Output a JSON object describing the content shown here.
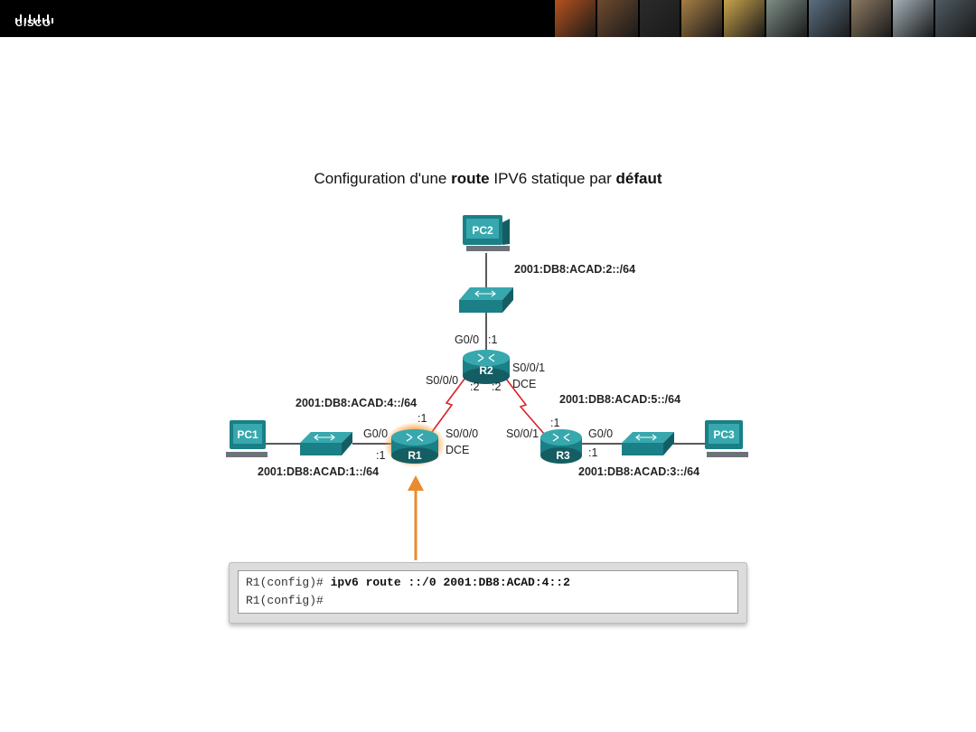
{
  "header": {
    "brand": "CISCO",
    "photo_colors": [
      "#b5521c",
      "#6e4a2e",
      "#2b2b2b",
      "#a77d45",
      "#c9a34c",
      "#7d8d86",
      "#5a6f80",
      "#8c7a63",
      "#a4b0b8",
      "#4d5a62"
    ]
  },
  "title": {
    "part1": "Configuration d'une ",
    "part2": "route",
    "part3": " IPV6 statique par ",
    "part4": "défaut"
  },
  "devices": {
    "pc1": "PC1",
    "pc2": "PC2",
    "pc3": "PC3",
    "r1": "R1",
    "r2": "R2",
    "r3": "R3"
  },
  "networks": {
    "net2": "2001:DB8:ACAD:2::/64",
    "net4": "2001:DB8:ACAD:4::/64",
    "net5": "2001:DB8:ACAD:5::/64",
    "net1": "2001:DB8:ACAD:1::/64",
    "net3": "2001:DB8:ACAD:3::/64"
  },
  "interfaces": {
    "r2_g00": "G0/0",
    "r2_g00_host": ":1",
    "r2_s000": "S0/0/0",
    "r2_s000_host": ":2",
    "r2_s001": "S0/0/1",
    "r2_s001_host": ":2",
    "r2_dce": "DCE",
    "r1_link_host": ":1",
    "r1_g00": "G0/0",
    "r1_g00_host": ":1",
    "r1_s000": "S0/0/0",
    "r1_dce": "DCE",
    "r3_link_host": ":1",
    "r3_s001": "S0/0/1",
    "r3_g00": "G0/0",
    "r3_g00_host": ":1"
  },
  "console": {
    "line1_prompt": "R1(config)# ",
    "line1_cmd": "ipv6 route ::/0 2001:DB8:ACAD:4::2",
    "line2_prompt": "R1(config)#"
  },
  "colors": {
    "device_teal": "#1a7f86",
    "device_light": "#37a8ae",
    "serial_red": "#d9232a",
    "highlight_orange": "#f08a24",
    "arrow_orange": "#ec8a2e"
  }
}
